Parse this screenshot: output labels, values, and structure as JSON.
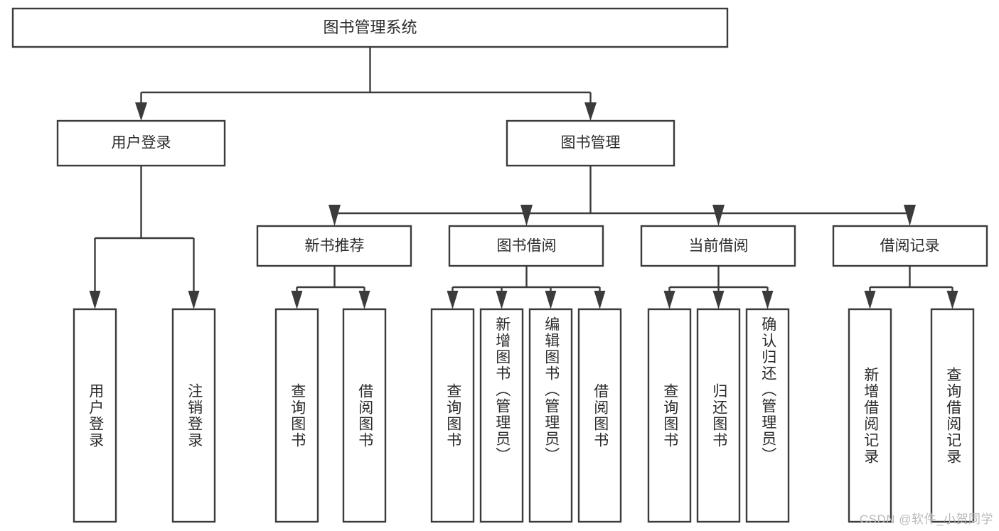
{
  "diagram": {
    "title": "图书管理系统",
    "type": "tree-hierarchy-diagram",
    "orientation": "top-down",
    "colors": {
      "box_fill": "#ffffff",
      "box_stroke": "#3b3b3b",
      "text": "#2b2b2b",
      "background": "#ffffff",
      "watermark": "#b9b9b9"
    },
    "root": {
      "label": "图书管理系统"
    },
    "level2": [
      {
        "label": "用户登录"
      },
      {
        "label": "图书管理"
      }
    ],
    "level3": [
      {
        "label": "新书推荐"
      },
      {
        "label": "图书借阅"
      },
      {
        "label": "当前借阅"
      },
      {
        "label": "借阅记录"
      }
    ],
    "leaves": {
      "user_login": [
        {
          "label": "用户登录"
        },
        {
          "label": "注销登录"
        }
      ],
      "new_book_recommend": [
        {
          "label": "查询图书"
        },
        {
          "label": "借阅图书"
        }
      ],
      "book_borrow": [
        {
          "label": "查询图书"
        },
        {
          "label": "新增图书（管理员）"
        },
        {
          "label": "编辑图书（管理员）"
        },
        {
          "label": "借阅图书"
        }
      ],
      "current_borrow": [
        {
          "label": "查询图书"
        },
        {
          "label": "归还图书"
        },
        {
          "label": "确认归还（管理员）"
        }
      ],
      "borrow_record": [
        {
          "label": "新增借阅记录"
        },
        {
          "label": "查询借阅记录"
        }
      ]
    }
  },
  "watermark": {
    "text": "CSDN @软件_小贺同学"
  }
}
